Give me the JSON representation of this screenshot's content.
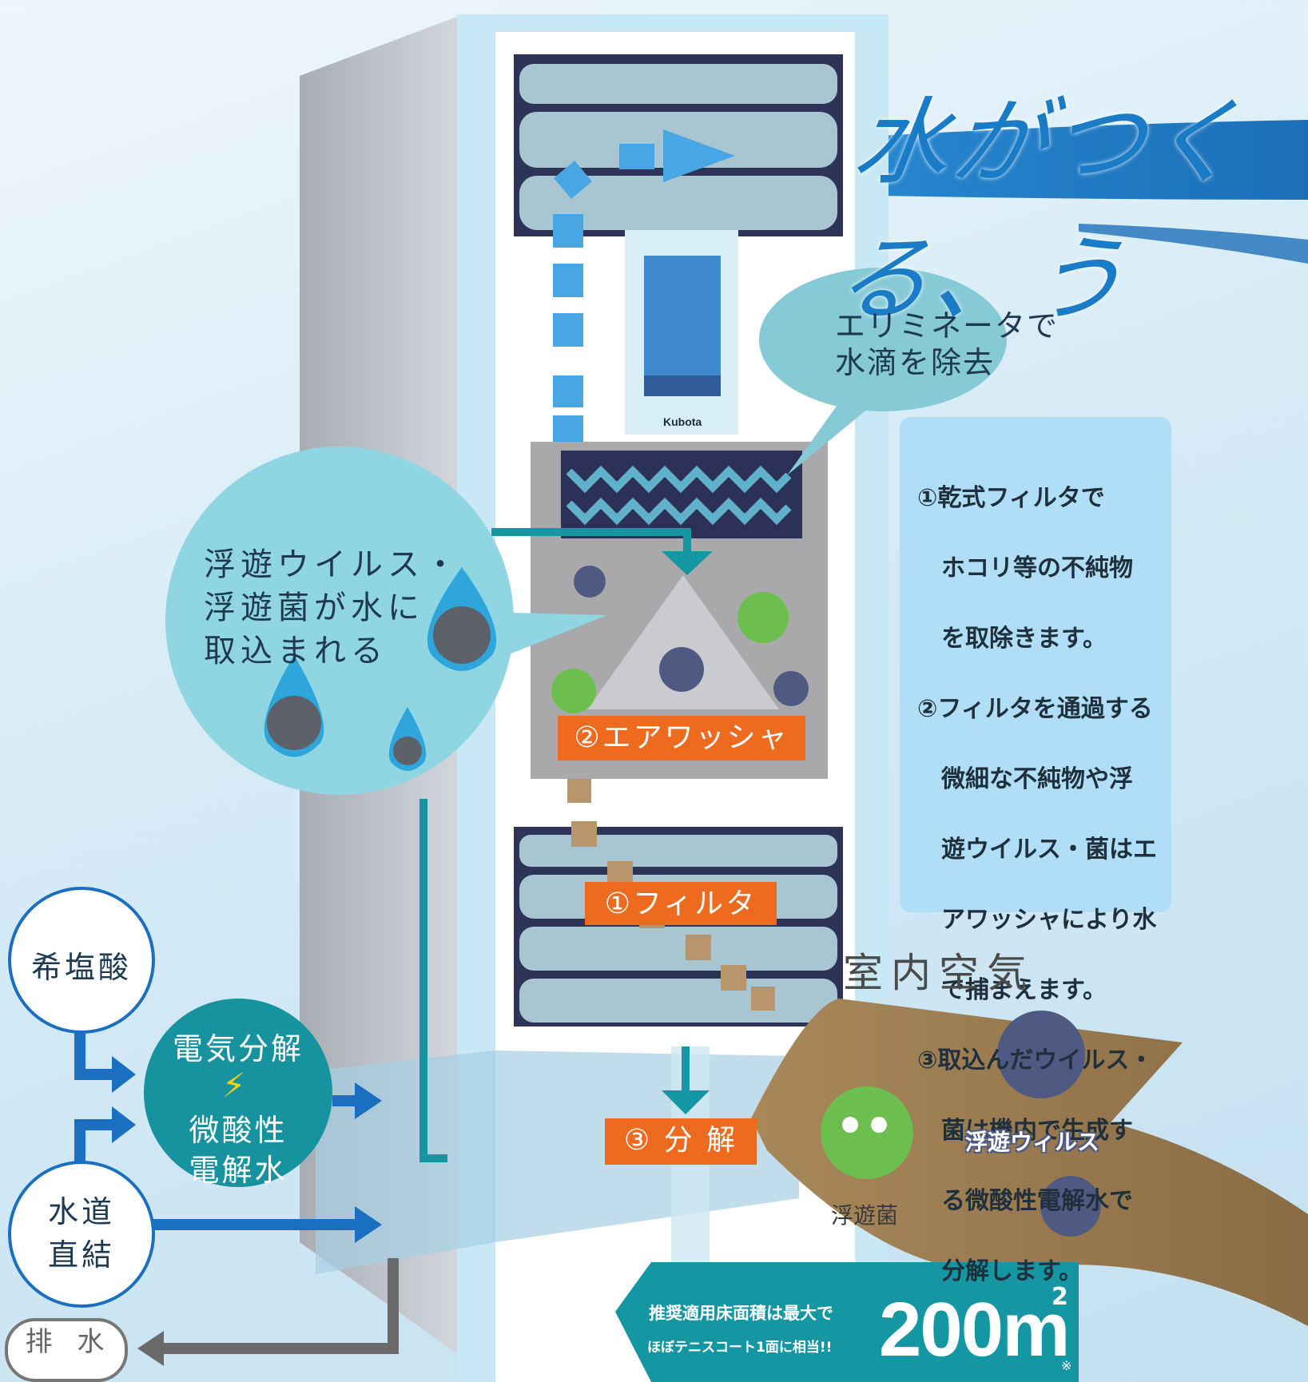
{
  "title": "水がつくる、う",
  "brand": "Kubota",
  "bubbles": {
    "eliminator": "エリミネータで\n水滴を除去",
    "capture": "浮遊ウイルス・\n浮遊菌が水に\n取込まれる"
  },
  "steps": [
    "①乾式フィルタで",
    "　ホコリ等の不純物",
    "　を取除きます。",
    "②フィルタを通過する",
    "　微細な不純物や浮",
    "　遊ウイルス・菌はエ",
    "　アワッシャにより水",
    "　で捕まえます。",
    "③取込んだウイルス・",
    "　菌は機内で生成す",
    "　る微酸性電解水で",
    "　分解します。"
  ],
  "labels": {
    "air_washer": "②エアワッシャ",
    "filter": "①フィルタ",
    "decompose": "③ 分 解"
  },
  "indoor_air": "室内空気",
  "virus_label": "浮遊ウィルス",
  "bacteria_label": "浮遊菌",
  "inputs": {
    "hcl": "希塩酸",
    "tap_water": "水道\n直結",
    "drain": "排 水"
  },
  "electrolysis": {
    "top": "電気分解",
    "bolt": "⚡",
    "bottom": "微酸性\n電解水"
  },
  "promo": {
    "line1": "推奨適用床面積は最大で",
    "line2": "ほぼテニスコート1面に相当!!",
    "value": "200m",
    "superscript": "2",
    "note": "※"
  },
  "colors": {
    "accent_orange": "#ee6a1e",
    "teal": "#1596a3",
    "bubble": "#8fd6e2",
    "virus": "#4f5a82",
    "bacteria": "#6cbf4f",
    "arrow_blue": "#1a6fc0"
  }
}
